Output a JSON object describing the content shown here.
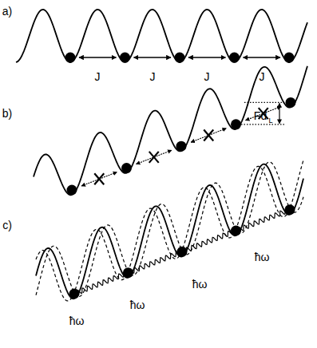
{
  "diagram": {
    "labels": [
      "a)",
      "J",
      "J",
      "J",
      "J",
      "b)",
      "Fd",
      "L",
      "c)",
      "ħω",
      "ħω",
      "ħω",
      "ħω"
    ]
  }
}
